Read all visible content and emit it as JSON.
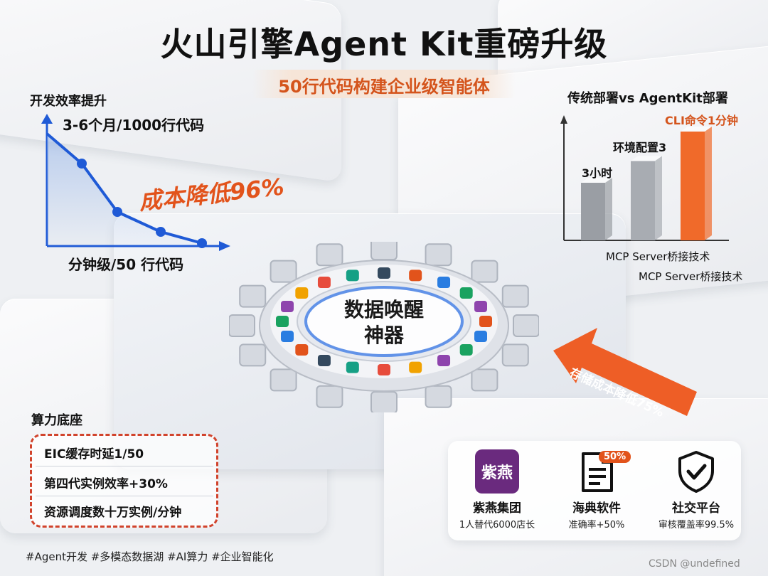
{
  "title": "火山引擎Agent Kit重磅升级",
  "subtitle": "50行代码构建企业级智能体",
  "efficiency": {
    "title": "开发效率提升",
    "before": "3-6个月/1000行代码",
    "after": "分钟级/50 行代码",
    "cost_reduction": "成本降低96%"
  },
  "comparison": {
    "title": "传统部署vs AgentKit部署",
    "bars": [
      {
        "label": "3小时",
        "value": 0.45,
        "color": "#9a9ea4"
      },
      {
        "label": "环境配置3",
        "value": 0.62,
        "color": "#a8acb2"
      },
      {
        "label": "CLI命令1分钟",
        "value": 0.85,
        "color": "#f06a2a"
      }
    ],
    "tech_1": "MCP Server桥接技术",
    "tech_2": "MCP Server桥接技术"
  },
  "center": {
    "line1": "数据唤醒",
    "line2": "神器"
  },
  "storage": {
    "text": "存储成本降低75%"
  },
  "compute_base": {
    "title": "算力底座",
    "items": [
      "EIC缓存时延1/50",
      "第四代实例效率+30%",
      "资源调度数十万实例/分钟"
    ]
  },
  "cases": [
    {
      "name": "紫燕集团",
      "desc": "1人替代6000店长",
      "logo_text": "紫燕",
      "icon": "ziyan-logo"
    },
    {
      "name": "海典软件",
      "desc": "准确率+50%",
      "icon": "document-icon",
      "badge": "50%"
    },
    {
      "name": "社交平台",
      "desc": "审核覆盖率99.5%",
      "icon": "shield-check-icon"
    }
  ],
  "tags": "#Agent开发 #多模态数据湖 #AI算力 #企业智能化",
  "watermark": "CSDN @undefined",
  "colors": {
    "accent": "#e2531b",
    "blue_line": "#1f5ad6",
    "dashed_border": "#d1432c"
  }
}
